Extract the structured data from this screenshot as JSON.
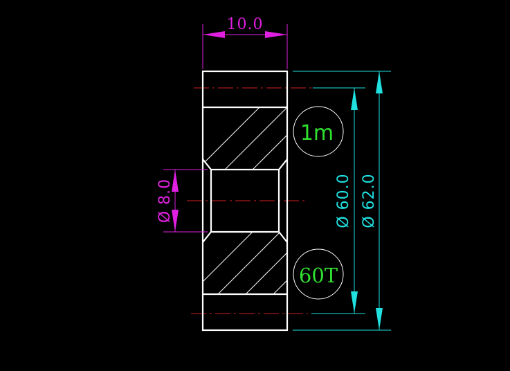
{
  "dimensions": {
    "width_label": "10.0",
    "bore_label": "Ø 8.0",
    "pitch_dia_label": "Ø 60.0",
    "outer_dia_label": "Ø 62.0"
  },
  "callouts": {
    "module_label": "1m",
    "teeth_label": "60T"
  },
  "colors": {
    "background": "#000000",
    "outline": "#ffffff",
    "dimension_magenta": "#e020e0",
    "dimension_cyan": "#20e0e0",
    "callout_text": "#30e030",
    "centerline": "#d02020"
  }
}
